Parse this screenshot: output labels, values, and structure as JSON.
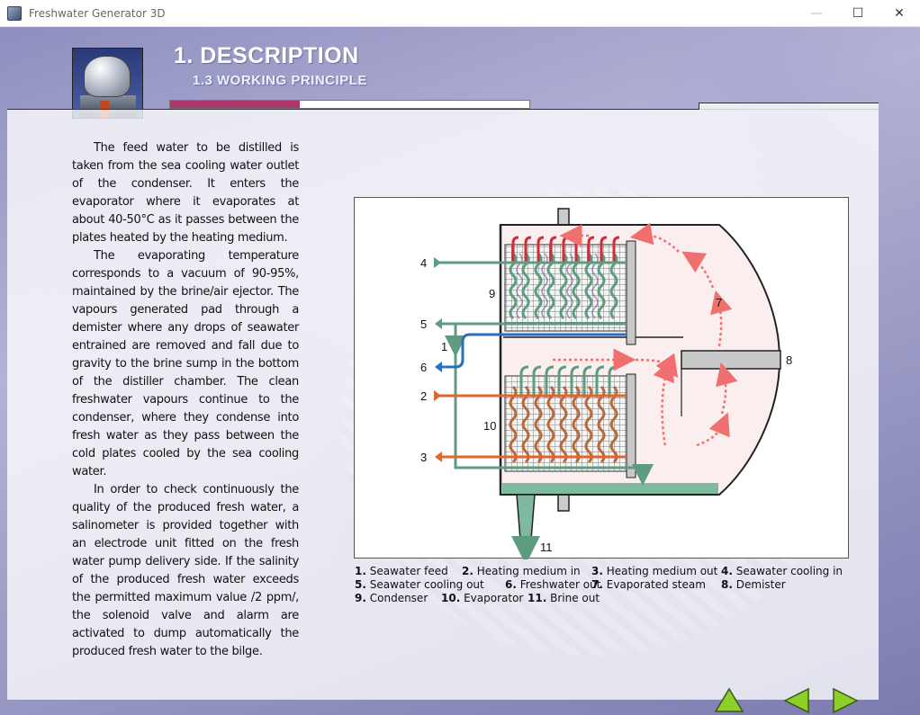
{
  "window": {
    "title": "Freshwater Generator 3D",
    "icons": [
      "app-icon",
      "minimize-icon",
      "maximize-icon",
      "close-icon"
    ]
  },
  "header": {
    "title": "1. DESCRIPTION",
    "subtitle": "1.3 WORKING PRINCIPLE",
    "progress": 0.36,
    "thumbnail": "freshwater-generator-thumbnail"
  },
  "body": {
    "paragraphs": [
      "The feed water to be distilled is taken from the sea cooling water outlet of the condenser. It enters the evaporator where it evaporates at about 40-50°C as it passes between the plates heated by the heating medium.",
      "The evaporating temperature corresponds to a vacuum of 90-95%, maintained by the brine/air ejector. The vapours generated pad through a demister where any drops of seawater entrained are removed and fall due to gravity to the brine sump in the bottom of the distiller chamber. The clean freshwater vapours continue to the condenser, where they condense into fresh water as they pass between the cold plates cooled by the sea cooling water.",
      "In order to check continuously the quality of the produced fresh water, a salinometer is provided together with an electrode unit fitted on the fresh water pump delivery side. If the salinity of the produced fresh water exceeds the permitted maximum value /2 ppm/, the solenoid valve and alarm are activated to dump automatically the produced fresh water to the bilge."
    ]
  },
  "diagram": {
    "labels": {
      "n1": "1",
      "n2": "2",
      "n3": "3",
      "n4": "4",
      "n5": "5",
      "n6": "6",
      "n7": "7",
      "n8": "8",
      "n9": "9",
      "n10": "10",
      "n11": "11"
    },
    "colors": {
      "seawater": "#5e9c80",
      "heating": "#e0652e",
      "freshwater": "#2a6fc0",
      "steam": "#d42a3a",
      "chamber": "#fbeeee"
    }
  },
  "legend": [
    [
      {
        "num": "1.",
        "text": "Seawater feed"
      },
      {
        "num": "2.",
        "text": "Heating medium in"
      },
      {
        "num": "3.",
        "text": "Heating medium out"
      },
      {
        "num": "4.",
        "text": "Seawater cooling in"
      }
    ],
    [
      {
        "num": "5.",
        "text": "Seawater cooling out"
      },
      {
        "num": "6.",
        "text": "Freshwater out"
      },
      {
        "num": "7.",
        "text": "Evaporated steam"
      },
      {
        "num": "8.",
        "text": "Demister"
      }
    ],
    [
      {
        "num": "9.",
        "text": "Condenser"
      },
      {
        "num": "10.",
        "text": "Evaporator"
      },
      {
        "num": "11.",
        "text": "Brine out"
      }
    ]
  ],
  "nav": {
    "buttons": [
      "up-arrow-icon",
      "previous-arrow-icon",
      "next-arrow-icon"
    ],
    "color": "#8fcf2a"
  }
}
